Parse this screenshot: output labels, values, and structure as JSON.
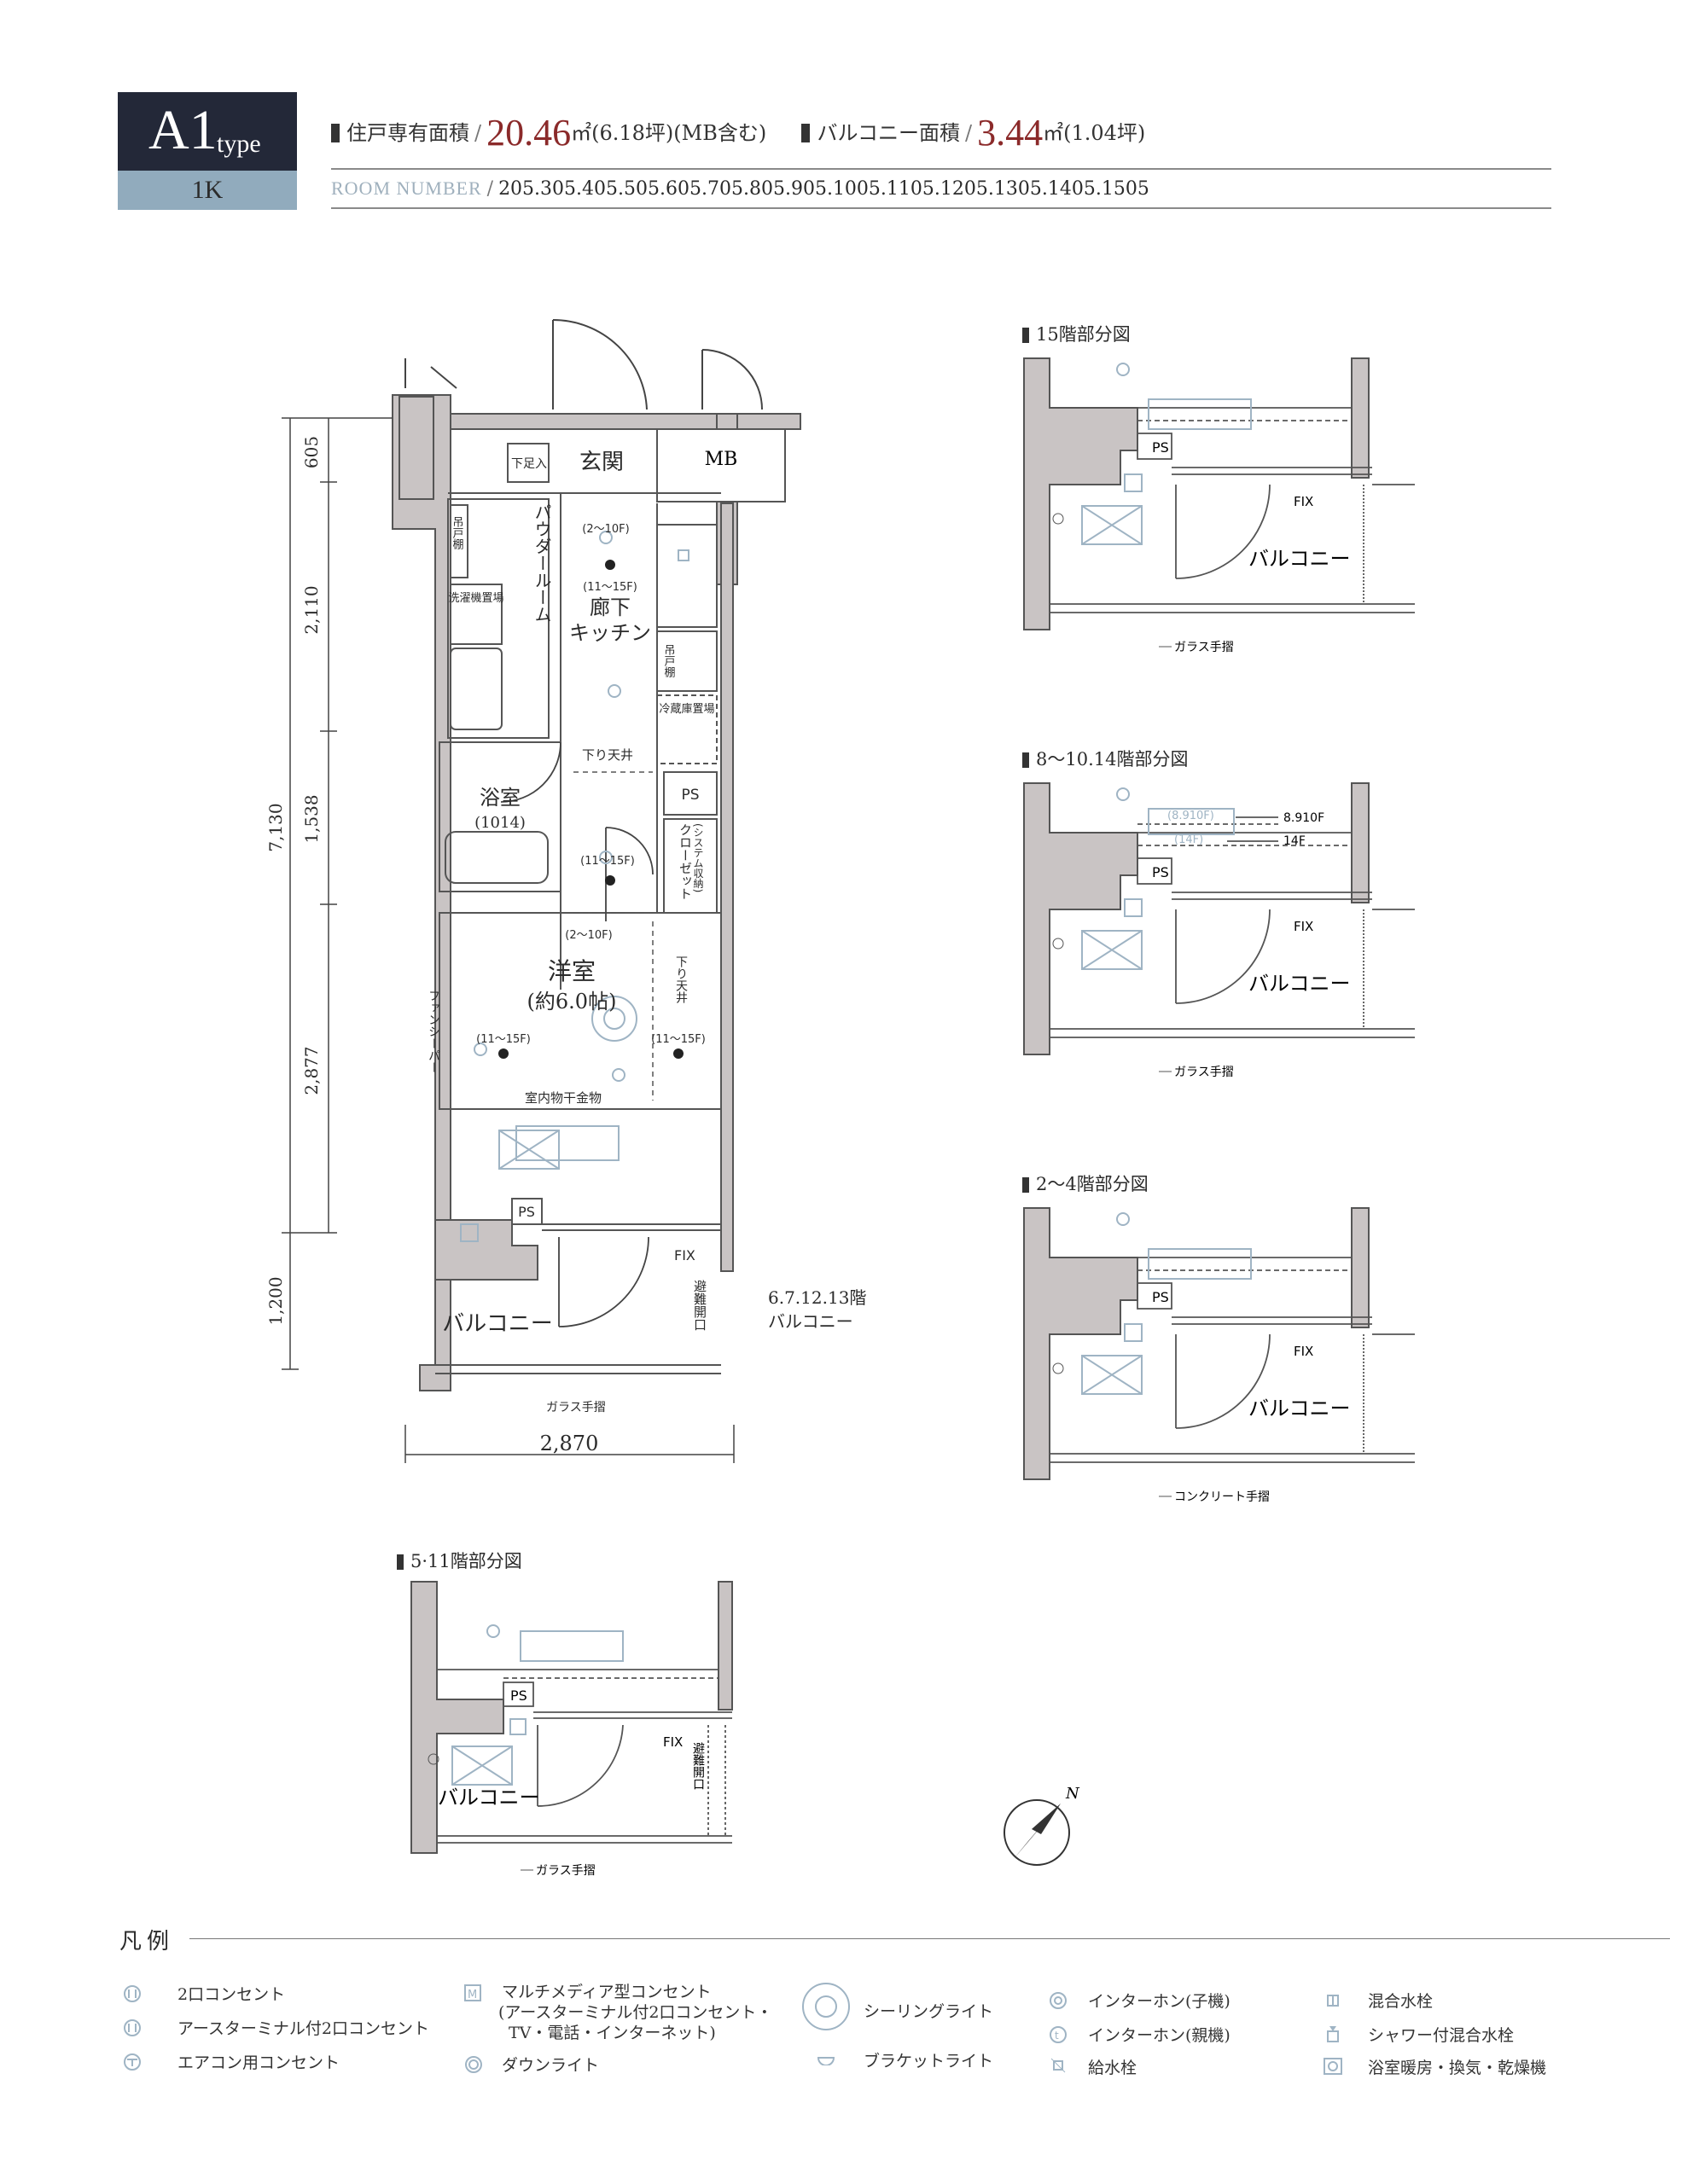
{
  "header": {
    "type_code": "A1",
    "type_suffix": "type",
    "layout": "1K",
    "private_area_label": "住戸専有面積",
    "private_area_value": "20.46",
    "private_area_unit": "㎡(6.18坪)(MB含む)",
    "balcony_area_label": "バルコニー面積",
    "balcony_area_value": "3.44",
    "balcony_area_unit": "㎡(1.04坪)",
    "room_number_label": "ROOM NUMBER",
    "room_numbers": "205.305.405.505.605.705.805.905.1005.1105.1205.1305.1405.1505"
  },
  "main_plan": {
    "rooms": {
      "genkan": "玄関",
      "shitaashi": "下足入",
      "mb": "MB",
      "tsuri_todana_1": "吊戸棚",
      "tsuri_todana_2": "吊戸棚",
      "powder_room": "パウダールーム",
      "washer": "洗濯機置場",
      "hallway": "廊下",
      "kitchen": "キッチン",
      "fridge": "冷蔵庫置場",
      "ps1": "PS",
      "ps2": "PS",
      "sagari_tenjo_1": "下り天井",
      "sagari_tenjo_2": "下り天井",
      "bathroom": "浴室",
      "bathroom_size": "(1014)",
      "closet": "クローゼット",
      "closet_note": "(システム収納)",
      "western_room": "洋室",
      "western_room_size": "(約6.0帖)",
      "fan_sheeper": "ファンシーパー",
      "indoor_dryer": "室内物干金物",
      "balcony": "バルコニー",
      "fix": "FIX",
      "hinan": "避難開口",
      "glass_rail": "ガラス手摺",
      "floor_note_1": "(2〜10F)",
      "floor_note_2": "(11〜15F)",
      "floor_note_3": "(11〜15F)",
      "floor_note_4": "(2〜10F)",
      "floor_note_5": "(11〜15F)",
      "floor_note_6": "(11〜15F)",
      "side_balcony_floors": "6.7.12.13階",
      "side_balcony": "バルコニー"
    },
    "dimensions": {
      "d605": "605",
      "d2110": "2,110",
      "d1538": "1,538",
      "d2877": "2,877",
      "d1200": "1,200",
      "d7130": "7,130",
      "d2870": "2,870"
    }
  },
  "partial_plans": [
    {
      "title": "15階部分図",
      "ps": "PS",
      "fix": "FIX",
      "balcony": "バルコニー",
      "rail": "ガラス手摺"
    },
    {
      "title": "8〜10.14階部分図",
      "ps": "PS",
      "fix": "FIX",
      "balcony": "バルコニー",
      "rail": "ガラス手摺",
      "note_a": "(8.910F)",
      "note_b": "(14F)",
      "note_c": "8.910F",
      "note_d": "14F"
    },
    {
      "title": "2〜4階部分図",
      "ps": "PS",
      "fix": "FIX",
      "balcony": "バルコニー",
      "rail": "コンクリート手摺"
    },
    {
      "title": "5·11階部分図",
      "ps": "PS",
      "fix": "FIX",
      "balcony": "バルコニー",
      "rail": "ガラス手摺",
      "hinan": "避難開口"
    }
  ],
  "compass": "N",
  "legend": {
    "title": "凡例",
    "items": [
      {
        "icon": "outlet-2-icon",
        "label": "2口コンセント"
      },
      {
        "icon": "earth-outlet-icon",
        "label": "アースターミナル付2口コンセント"
      },
      {
        "icon": "aircon-outlet-icon",
        "label": "エアコン用コンセント"
      },
      {
        "icon": "multimedia-outlet-icon",
        "label": "マルチメディア型コンセント"
      },
      {
        "icon": "",
        "label": "(アースターミナル付2口コンセント・"
      },
      {
        "icon": "",
        "label": "TV・電話・インターネット)"
      },
      {
        "icon": "downlight-icon",
        "label": "ダウンライト"
      },
      {
        "icon": "ceiling-light-icon",
        "label": "シーリングライト"
      },
      {
        "icon": "bracket-light-icon",
        "label": "ブラケットライト"
      },
      {
        "icon": "intercom-child-icon",
        "label": "インターホン(子機)"
      },
      {
        "icon": "intercom-parent-icon",
        "label": "インターホン(親機)"
      },
      {
        "icon": "water-tap-icon",
        "label": "給水栓"
      },
      {
        "icon": "mixing-tap-icon",
        "label": "混合水栓"
      },
      {
        "icon": "shower-tap-icon",
        "label": "シャワー付混合水栓"
      },
      {
        "icon": "bath-dryer-icon",
        "label": "浴室暖房・換気・乾燥機"
      }
    ]
  },
  "colors": {
    "type_dark": "#232838",
    "type_light": "#91abbd",
    "accent": "#8b2a2a",
    "wall": "#c9c4c4",
    "symbol": "#9fb4c4"
  }
}
